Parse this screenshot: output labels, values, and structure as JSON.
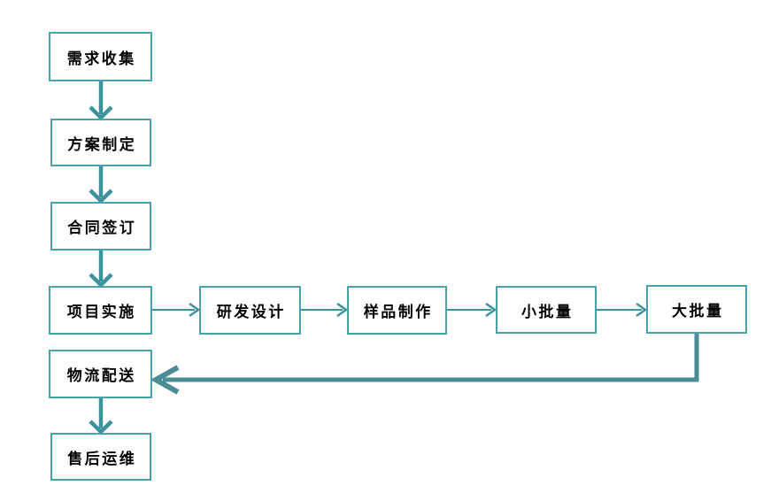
{
  "flowchart": {
    "type": "flowchart",
    "title": "",
    "colors": {
      "box_border": "#4ba2aa",
      "box_fill": "#ffffff",
      "arrow": "#3e929b",
      "return_arrow": "#4a8d96",
      "text": "#000000",
      "background": "#ffffff"
    },
    "nodes": [
      {
        "id": "requirement-collection",
        "label": "需求收集"
      },
      {
        "id": "plan-formulation",
        "label": "方案制定"
      },
      {
        "id": "contract-signing",
        "label": "合同签订"
      },
      {
        "id": "project-implementation",
        "label": "项目实施"
      },
      {
        "id": "rd-design",
        "label": "研发设计"
      },
      {
        "id": "sample-production",
        "label": "样品制作"
      },
      {
        "id": "small-batch",
        "label": "小批量"
      },
      {
        "id": "large-batch",
        "label": "大批量"
      },
      {
        "id": "logistics-delivery",
        "label": "物流配送"
      },
      {
        "id": "after-sales-maintenance",
        "label": "售后运维"
      }
    ],
    "edges": [
      {
        "from": "需求收集",
        "to": "方案制定",
        "style": "thick-vertical"
      },
      {
        "from": "方案制定",
        "to": "合同签订",
        "style": "thick-vertical"
      },
      {
        "from": "合同签订",
        "to": "项目实施",
        "style": "thick-vertical"
      },
      {
        "from": "项目实施",
        "to": "研发设计",
        "style": "thin-horizontal"
      },
      {
        "from": "研发设计",
        "to": "样品制作",
        "style": "thin-horizontal"
      },
      {
        "from": "样品制作",
        "to": "小批量",
        "style": "thin-horizontal"
      },
      {
        "from": "小批量",
        "to": "大批量",
        "style": "thin-horizontal"
      },
      {
        "from": "大批量",
        "to": "物流配送",
        "style": "thick-return-path"
      },
      {
        "from": "物流配送",
        "to": "售后运维",
        "style": "thick-vertical"
      }
    ]
  }
}
